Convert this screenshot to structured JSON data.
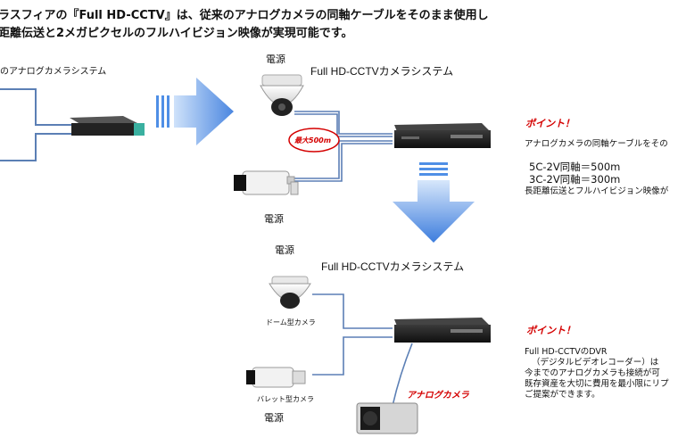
{
  "header": {
    "line1": "ラスフィアの『Full HD-CCTV』は、従来のアナログカメラの同軸ケーブルをそのまま使用し",
    "line2": "距離伝送と2メガピクセルのフルハイビジョン映像が実現可能です。"
  },
  "left": {
    "system_label": "のアナログカメラシステム"
  },
  "top_system": {
    "title": "Full HD-CCTVカメラシステム",
    "power_top": "電源",
    "power_bottom": "電源",
    "distance_badge": "最大500m"
  },
  "point1": {
    "heading": "ポイント！",
    "text": "アナログカメラの同軸ケーブルをその",
    "coax1": "5C-2V同軸＝500m",
    "coax2": "3C-2V同軸＝300m",
    "text2": "長距離伝送とフルハイビジョン映像が"
  },
  "bottom_system": {
    "title": "Full HD-CCTVカメラシステム",
    "power_top": "電源",
    "power_bottom": "電源",
    "dome_label": "ドーム型カメラ",
    "bullet_label": "バレット型カメラ",
    "analog_label": "アナログカメラ"
  },
  "point2": {
    "heading": "ポイント！",
    "lines": [
      "Full HD-CCTVのDVR",
      "（デジタルビデオレコーダー）は",
      "今までのアナログカメラも接続が可",
      "既存資産を大切に費用を最小限にリプ",
      "ご提案ができます。"
    ]
  },
  "colors": {
    "accent_red": "#d40000",
    "arrow_blue": "#4f8fe6",
    "cable_blue": "#5b7fb5"
  }
}
